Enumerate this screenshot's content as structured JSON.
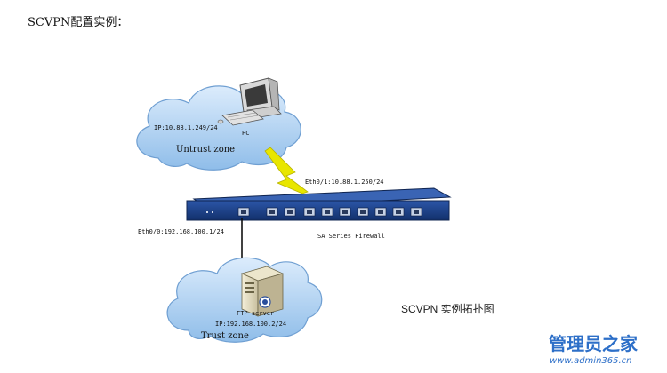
{
  "heading": "SCVPN配置实例：",
  "caption": "SCVPN 实例拓扑图",
  "untrust": {
    "zone_label": "Untrust zone",
    "pc_label": "PC",
    "pc_ip": "IP:10.88.1.249/24"
  },
  "trust": {
    "zone_label": "Trust zone",
    "server_label": "FTP server",
    "server_ip": "IP:192.168.100.2/24"
  },
  "firewall": {
    "name": "SA Series Firewall",
    "eth_untrust": "Eth0/1:10.88.1.250/24",
    "eth_trust": "Eth0/0:192.168.100.1/24",
    "body_color": "#1d3e86"
  },
  "cloud_color": "#a9cdf2",
  "link_color": "#e8e600",
  "watermark": {
    "brand": "管理员之家",
    "url": "www.admin365.cn",
    "color": "#2d6fc8"
  }
}
